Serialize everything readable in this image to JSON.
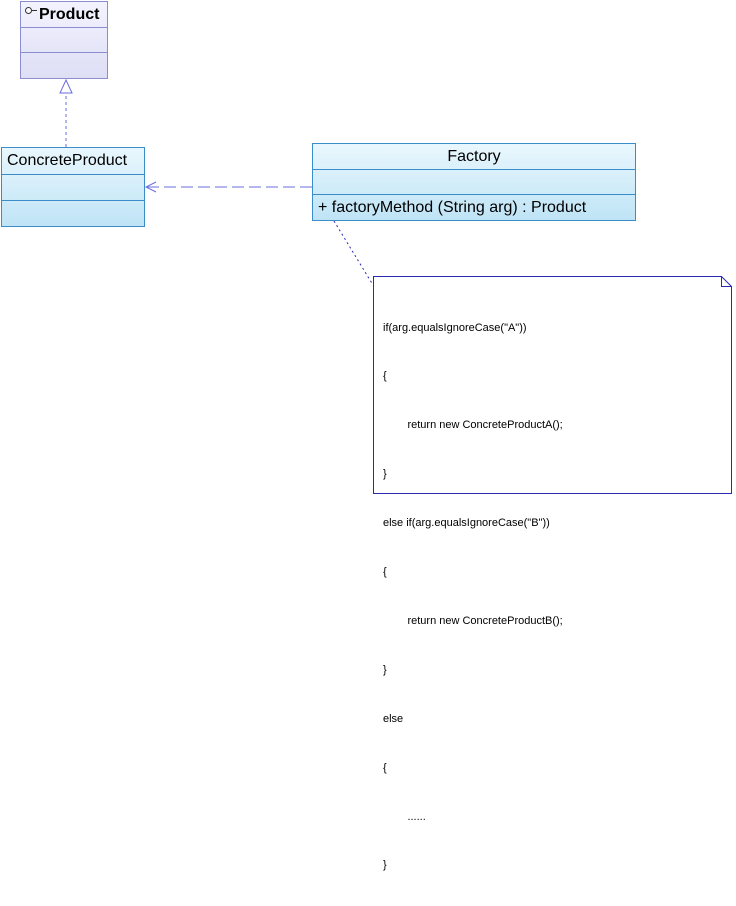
{
  "colors": {
    "interface_border": "#8c8cd0",
    "class_border": "#3a8dc8",
    "connector": "#6c6cdc",
    "note_border": "#2a2ab0"
  },
  "product": {
    "icon": "interface-lollipop-icon",
    "name": "Product"
  },
  "concrete_product": {
    "name": "ConcreteProduct"
  },
  "factory": {
    "name": "Factory",
    "method": {
      "visibility": "+",
      "name": "factoryMethod",
      "params": "(String arg)",
      "return_type": ": Product"
    }
  },
  "note": {
    "lines": [
      "if(arg.equalsIgnoreCase(\"A\"))",
      "{",
      "        return new ConcreteProductA();",
      "}",
      "else if(arg.equalsIgnoreCase(\"B\"))",
      "{",
      "        return new ConcreteProductB();",
      "}",
      "else",
      "{",
      "        ......",
      "}"
    ]
  }
}
